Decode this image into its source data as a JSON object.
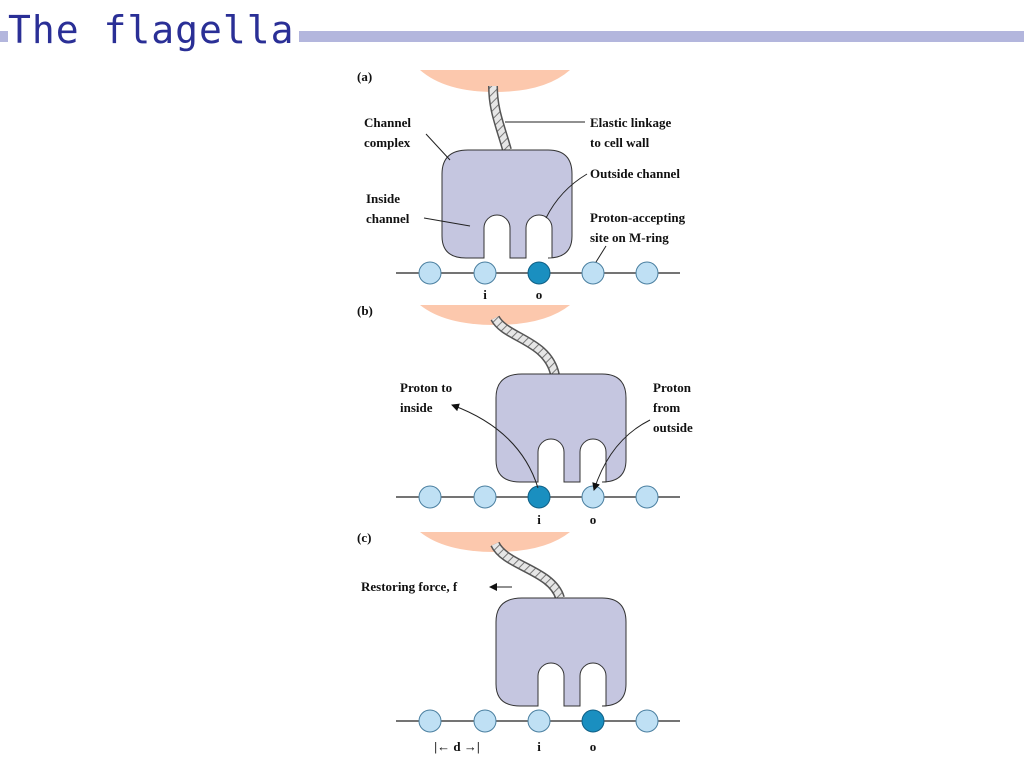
{
  "title": "The flagella",
  "colors": {
    "title": "#2a2f96",
    "title_rule": "#b3b6dd",
    "channel_complex": "#c5c6e0",
    "cell_wall": "#fcc8ad",
    "site_empty": "#bfe0f4",
    "site_occupied": "#1a8fc0"
  },
  "panels": {
    "a": {
      "tag": "(a)",
      "labels": {
        "channel_complex": [
          "Channel",
          "complex"
        ],
        "elastic_linkage": [
          "Elastic linkage",
          "to cell wall"
        ],
        "outside_channel": "Outside channel",
        "inside_channel": [
          "Inside",
          "channel"
        ],
        "proton_accepting_site": [
          "Proton-accepting",
          "site on M-ring"
        ]
      },
      "site_i": "i",
      "site_o": "o",
      "occupied_site_index": 2
    },
    "b": {
      "tag": "(b)",
      "labels": {
        "proton_to_inside": [
          "Proton to",
          "inside"
        ],
        "proton_from_outside": [
          "Proton",
          "from",
          "outside"
        ]
      },
      "site_i": "i",
      "site_o": "o",
      "occupied_site_index": 2
    },
    "c": {
      "tag": "(c)",
      "labels": {
        "restoring_force": "Restoring force, f",
        "spacing": "|← d →|"
      },
      "site_i": "i",
      "site_o": "o",
      "occupied_site_index": 3
    }
  }
}
